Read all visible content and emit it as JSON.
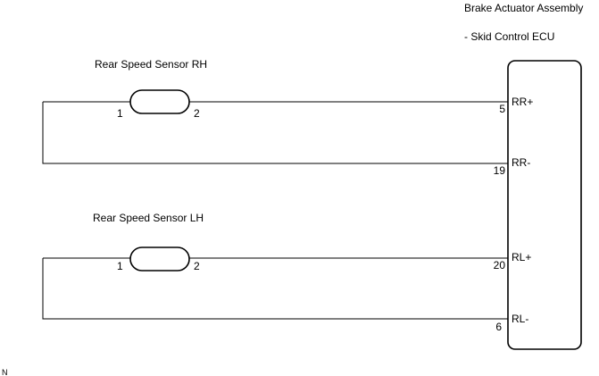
{
  "ecu": {
    "title_line1": "Brake Actuator Assembly",
    "title_line2": "- Skid Control ECU",
    "terminals": [
      "RR+",
      "RR-",
      "RL+",
      "RL-"
    ],
    "pins": [
      "5",
      "19",
      "20",
      "6"
    ]
  },
  "sensor_rh": {
    "label": "Rear Speed Sensor RH",
    "pin1": "1",
    "pin2": "2"
  },
  "sensor_lh": {
    "label": "Rear Speed Sensor LH",
    "pin1": "1",
    "pin2": "2"
  },
  "footer": {
    "code": "N"
  }
}
